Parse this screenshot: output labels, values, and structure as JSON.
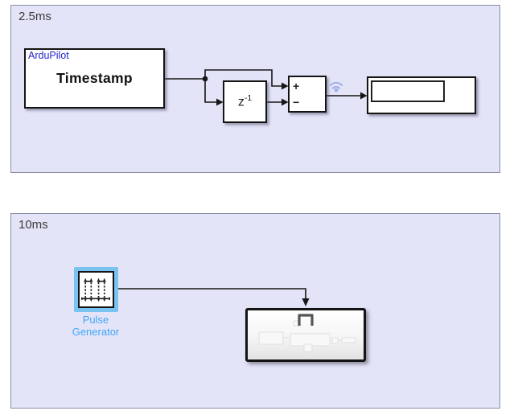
{
  "colors": {
    "canvas_bg": "#ffffff",
    "panel_bg": "#e4e4f8",
    "panel_border": "#8c8ca8",
    "wire": "#161616",
    "selection_highlight": "#79c3f0",
    "selected_label_text": "#3fa7f5",
    "library_link_text": "#2424cc",
    "wireless_icon": "#93a7e6"
  },
  "regions": {
    "fast": {
      "label": "2.5ms",
      "timestamp_block": {
        "link_tag": "ArduPilot",
        "title": "Timestamp"
      },
      "unit_delay_block": {
        "base": "z",
        "exponent": "-1"
      },
      "sum_block": {
        "input_top": "+",
        "input_bottom": "−"
      },
      "display_block": {
        "value": ""
      }
    },
    "slow": {
      "label": "10ms",
      "pulse_generator_block": {
        "label_line1": "Pulse",
        "label_line2": "Generator"
      }
    }
  },
  "icons": {
    "wireless": "wifi-arcs-with-dot",
    "pulse_generator": "pulse-train",
    "subsystem_port": "pulse-glyph"
  }
}
